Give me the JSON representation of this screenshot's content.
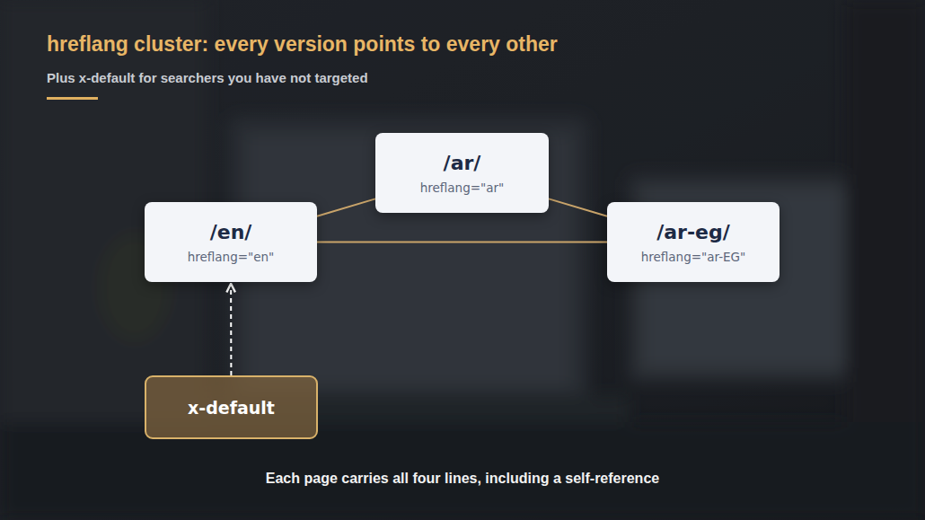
{
  "diagram": {
    "title": "hreflang cluster: every version points to every other",
    "caption": "Each page carries all four lines, including a self-reference",
    "nodes": [
      {
        "text": [
          "/en/",
          "hreflang=\"en\""
        ]
      },
      {
        "text": [
          "/ar/",
          "hreflang=\"ar\""
        ]
      },
      {
        "text": [
          "/ar-eg/",
          "hreflang=\"ar-EG\""
        ]
      },
      {
        "text": [
          "x-default"
        ]
      }
    ],
    "edges": [
      {
        "from": 0,
        "to": 1,
        "arrow": "none"
      },
      {
        "from": 1,
        "to": 2,
        "arrow": "none"
      },
      {
        "from": 0,
        "to": 2,
        "arrow": "none"
      },
      {
        "from": 3,
        "to": 0,
        "arrow": "to"
      }
    ],
    "labels": [
      "Plus x-default for searchers you have not targeted"
    ]
  }
}
